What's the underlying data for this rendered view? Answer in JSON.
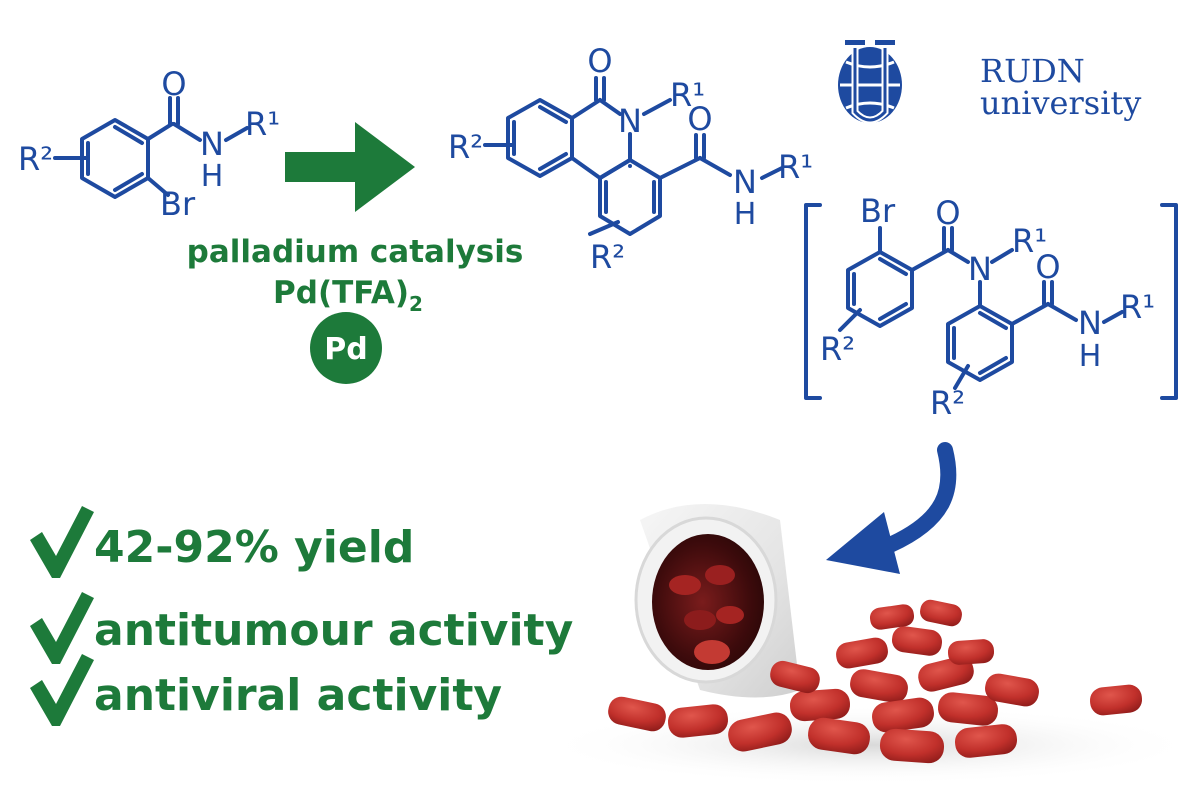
{
  "reaction": {
    "reactant": {
      "r2": "R²",
      "oxygen": "O",
      "nitrogen": "N",
      "hydrogen": "H",
      "r1": "R¹",
      "bromine": "Br"
    },
    "product": {
      "oxygen": "O",
      "nitrogen": "N",
      "r1": "R¹",
      "r2_top": "R²",
      "r2_bottom": "R²",
      "amide_oxygen": "O",
      "amide_nitrogen": "N",
      "amide_hydrogen": "H",
      "amide_r1": "R¹"
    },
    "intermediate": {
      "bromine": "Br",
      "oxygen1": "O",
      "nitrogen1": "N",
      "r1_a": "R¹",
      "r2_a": "R²",
      "oxygen2": "O",
      "nitrogen2": "N",
      "hydrogen": "H",
      "r1_b": "R¹",
      "r2_b": "R²"
    }
  },
  "conditions": {
    "line1": "palladium catalysis",
    "reagent_main": "Pd(TFA)",
    "reagent_subscript": "2",
    "badge": "Pd"
  },
  "logo": {
    "line1": "RUDN",
    "line2": "university"
  },
  "features": [
    "42-92% yield",
    "antitumour activity",
    "antiviral activity"
  ],
  "colors": {
    "structure": "#1e4aa0",
    "accent_green": "#1d7a3a",
    "pill_red": "#b8262a"
  },
  "icons": {
    "check": "checkmark-icon",
    "arrow": "reaction-arrow-icon",
    "curved_arrow": "curved-arrow-icon",
    "logo": "rudn-emblem-icon"
  }
}
